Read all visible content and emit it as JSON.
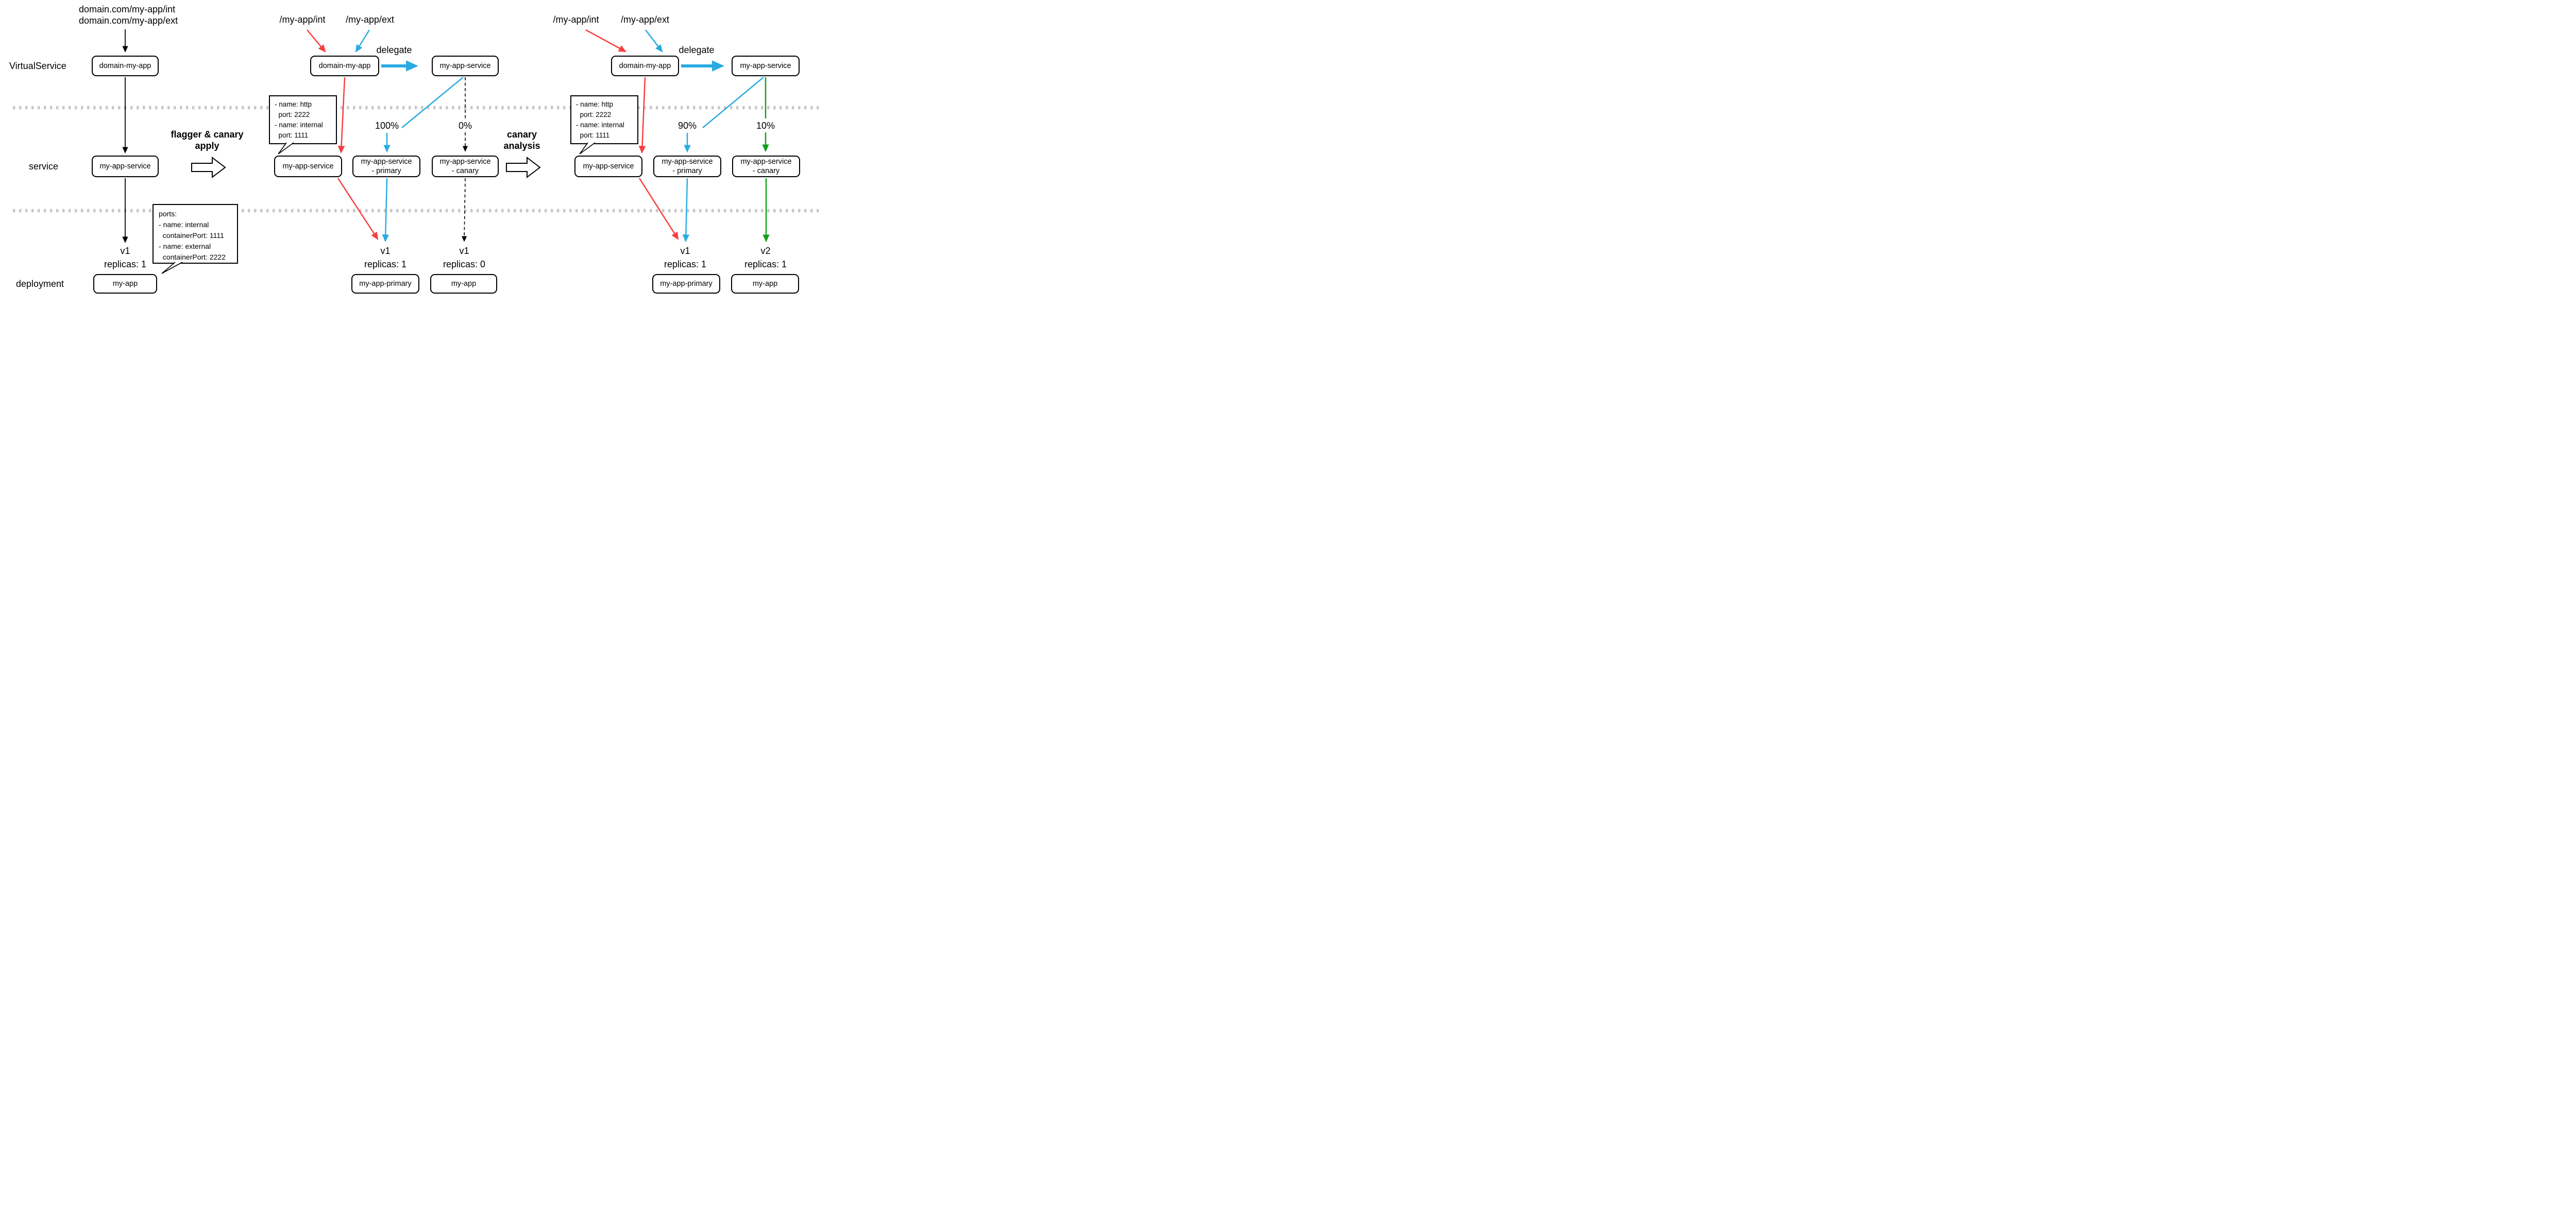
{
  "colors": {
    "red": "#f93e3e",
    "blue": "#29abe2",
    "green": "#12a019",
    "gray_divider": "#c8c8c8"
  },
  "row_labels": {
    "virtualservice": "VirtualService",
    "service": "service",
    "deployment": "deployment"
  },
  "panel_initial": {
    "url_line1": "domain.com/my-app/int",
    "url_line2": "domain.com/my-app/ext",
    "virtualservice_box": "domain-my-app",
    "service_box": "my-app-service",
    "deployment_version": "v1",
    "deployment_replicas": "replicas: 1",
    "deployment_box": "my-app",
    "ports_note_lines": [
      "ports:",
      "- name: internal",
      "  containerPort: 1111",
      "- name: external",
      "  containerPort: 2222"
    ]
  },
  "transition_apply": {
    "caption_line1": "flagger & canary",
    "caption_line2": "apply"
  },
  "panel_apply": {
    "path_int": "/my-app/int",
    "path_ext": "/my-app/ext",
    "virtualservice_box": "domain-my-app",
    "delegate_label": "delegate",
    "delegate_service_box": "my-app-service",
    "ports_note_lines": [
      "- name: http",
      "  port: 2222",
      "- name: internal",
      "  port: 1111"
    ],
    "service_box": "my-app-service",
    "primary_weight": "100%",
    "canary_weight": "0%",
    "primary_service_line1": "my-app-service",
    "primary_service_line2": "- primary",
    "canary_service_line1": "my-app-service",
    "canary_service_line2": "- canary",
    "primary_version": "v1",
    "primary_replicas": "replicas: 1",
    "primary_deployment_box": "my-app-primary",
    "canary_version": "v1",
    "canary_replicas": "replicas: 0",
    "canary_deployment_box": "my-app"
  },
  "transition_analysis": {
    "caption_line1": "canary",
    "caption_line2": "analysis"
  },
  "panel_analysis": {
    "path_int": "/my-app/int",
    "path_ext": "/my-app/ext",
    "virtualservice_box": "domain-my-app",
    "delegate_label": "delegate",
    "delegate_service_box": "my-app-service",
    "ports_note_lines": [
      "- name: http",
      "  port: 2222",
      "- name: internal",
      "  port: 1111"
    ],
    "service_box": "my-app-service",
    "primary_weight": "90%",
    "canary_weight": "10%",
    "primary_service_line1": "my-app-service",
    "primary_service_line2": "- primary",
    "canary_service_line1": "my-app-service",
    "canary_service_line2": "- canary",
    "primary_version": "v1",
    "primary_replicas": "replicas: 1",
    "primary_deployment_box": "my-app-primary",
    "canary_version": "v2",
    "canary_replicas": "replicas: 1",
    "canary_deployment_box": "my-app"
  }
}
